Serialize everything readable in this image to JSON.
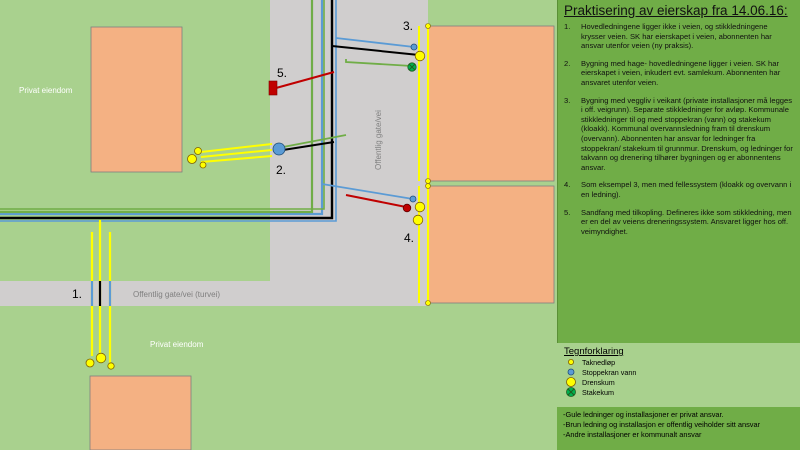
{
  "labels": {
    "private_property_top": "Privat eiendom",
    "private_property_bottom": "Privat eiendom",
    "street_horizontal": "Offentlig gate/vei (turvei)",
    "street_vertical": "Offentlig gate/vei"
  },
  "markers": {
    "m1": "1.",
    "m2": "2.",
    "m3": "3.",
    "m4": "4.",
    "m5": "5."
  },
  "panel": {
    "title": "Praktisering av eierskap fra 14.06.16:",
    "items": [
      {
        "num": "1.",
        "text": "Hovedledningene ligger ikke i veien, og stikkledningene krysser veien. SK har eierskapet i veien, abonnenten har ansvar utenfor veien (ny praksis)."
      },
      {
        "num": "2.",
        "text": "Bygning med hage- hovedledningene ligger i veien. SK har eierskapet i veien, inkudert evt. samlekum. Abonnenten har ansvaret utenfor veien."
      },
      {
        "num": "3.",
        "text": "Bygning med veggliv i veikant (private installasjoner må legges i off. veigrunn). Separate stikkledninger for avløp. Kommunale stikkledninger til og med stoppekran (vann) og stakekum (kloakk). Kommunal overvannsledning fram til drenskum (overvann). Abonnenten har ansvar for ledninger fra stoppekran/ stakekum til grunnmur. Drenskum, og ledninger for takvann og drenering tilhører bygningen og er abonnentens ansvar."
      },
      {
        "num": "4.",
        "text": "Som eksempel 3, men med fellessystem (kloakk og overvann i en ledning)."
      },
      {
        "num": "5.",
        "text": "Sandfang med tilkopling. Defineres ikke som stikkledning, men er en del av veiens dreneringssystem. Ansvaret ligger hos off. veimyndighet."
      }
    ]
  },
  "legend": {
    "title": "Tegnforklaring",
    "items": [
      {
        "symbol": "taknedlop",
        "label": "Taknedløp"
      },
      {
        "symbol": "stoppekran",
        "label": "Stoppekran vann"
      },
      {
        "symbol": "drenskum",
        "label": "Drenskum"
      },
      {
        "symbol": "stakekum",
        "label": "Stakekum"
      }
    ]
  },
  "notes": [
    "-Gule ledninger og installasjoner er privat ansvar.",
    "-Brun ledning og installasjon er offentlig veiholder sitt ansvar",
    "-Andre installasjoner er kommunalt ansvar"
  ],
  "colors": {
    "grass": "#a9d18e",
    "road": "#d0cece",
    "building": "#f4b183",
    "panel": "#70ad47",
    "yellow": "#ffff00",
    "blue": "#5b9bd5",
    "black": "#000000",
    "green": "#70ad47",
    "red": "#c00000"
  }
}
